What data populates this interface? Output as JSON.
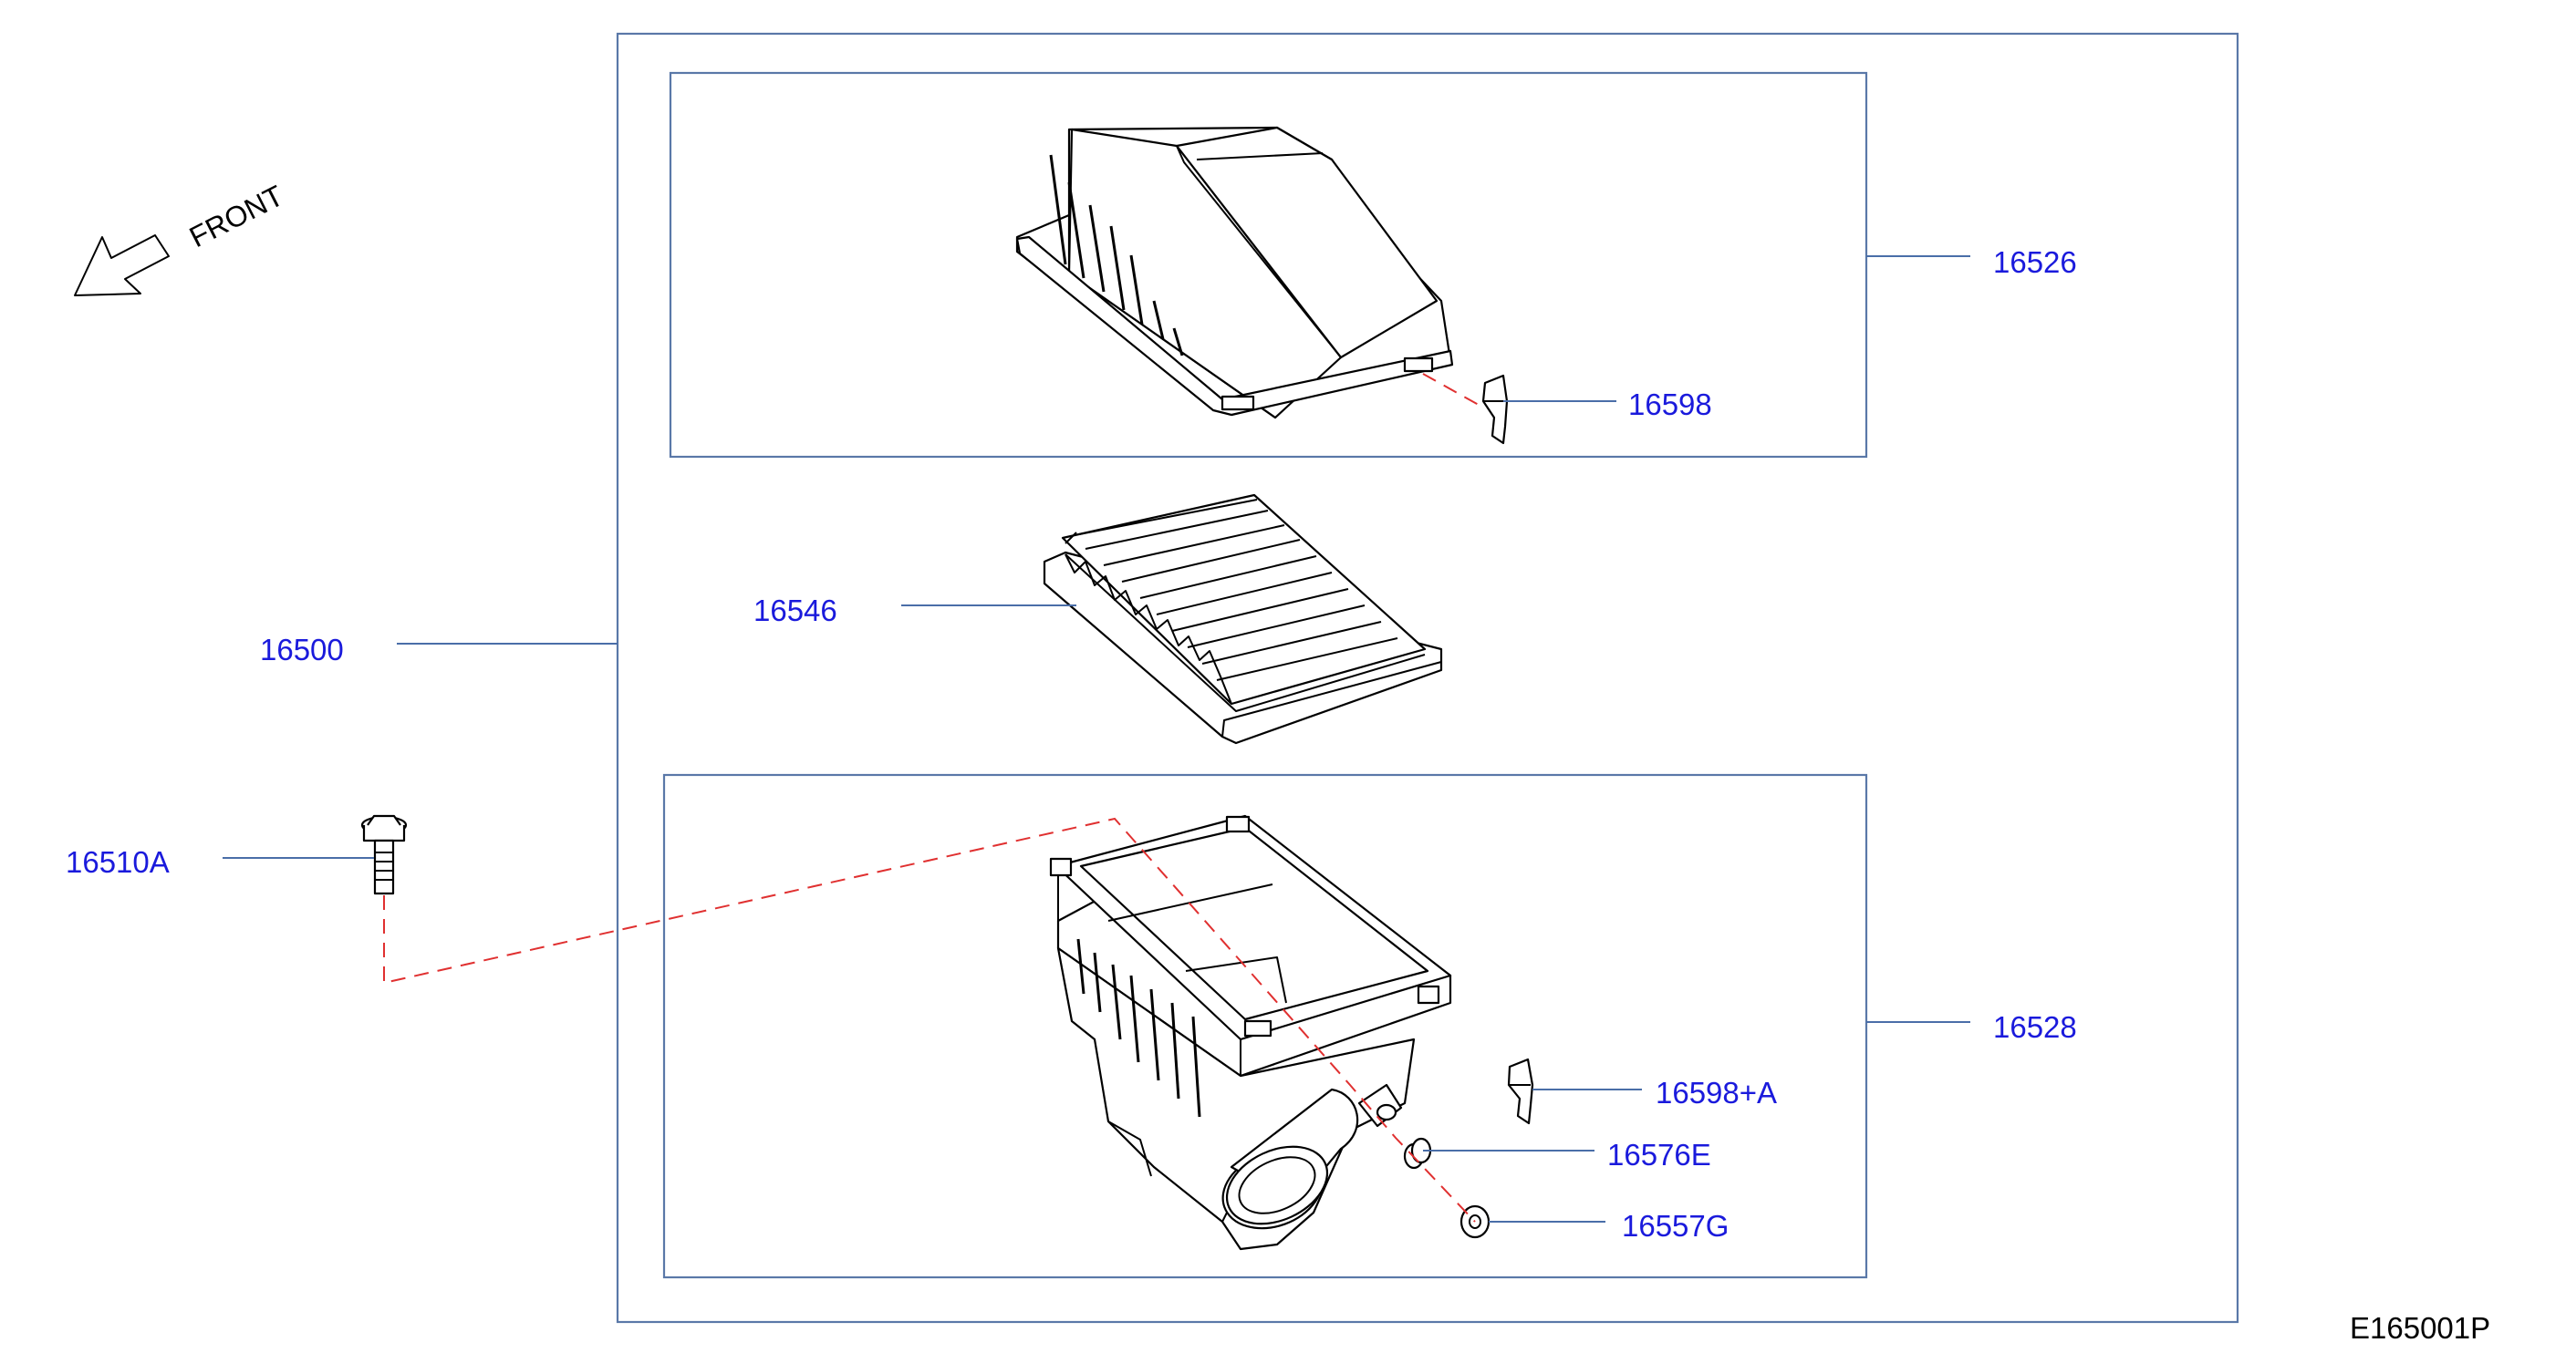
{
  "diagram": {
    "figure_code": "E165001P",
    "front_label": "FRONT",
    "labels": {
      "p16526": "16526",
      "p16598": "16598",
      "p16546": "16546",
      "p16500": "16500",
      "p16510A": "16510A",
      "p16528": "16528",
      "p16598A": "16598+A",
      "p16576E": "16576E",
      "p16557G": "16557G"
    },
    "colors": {
      "label": "#1a1adc",
      "frame": "#5a78a8",
      "leader": "#4a6ea8",
      "dashed_line": "#e03030",
      "line_art": "#000000"
    }
  }
}
